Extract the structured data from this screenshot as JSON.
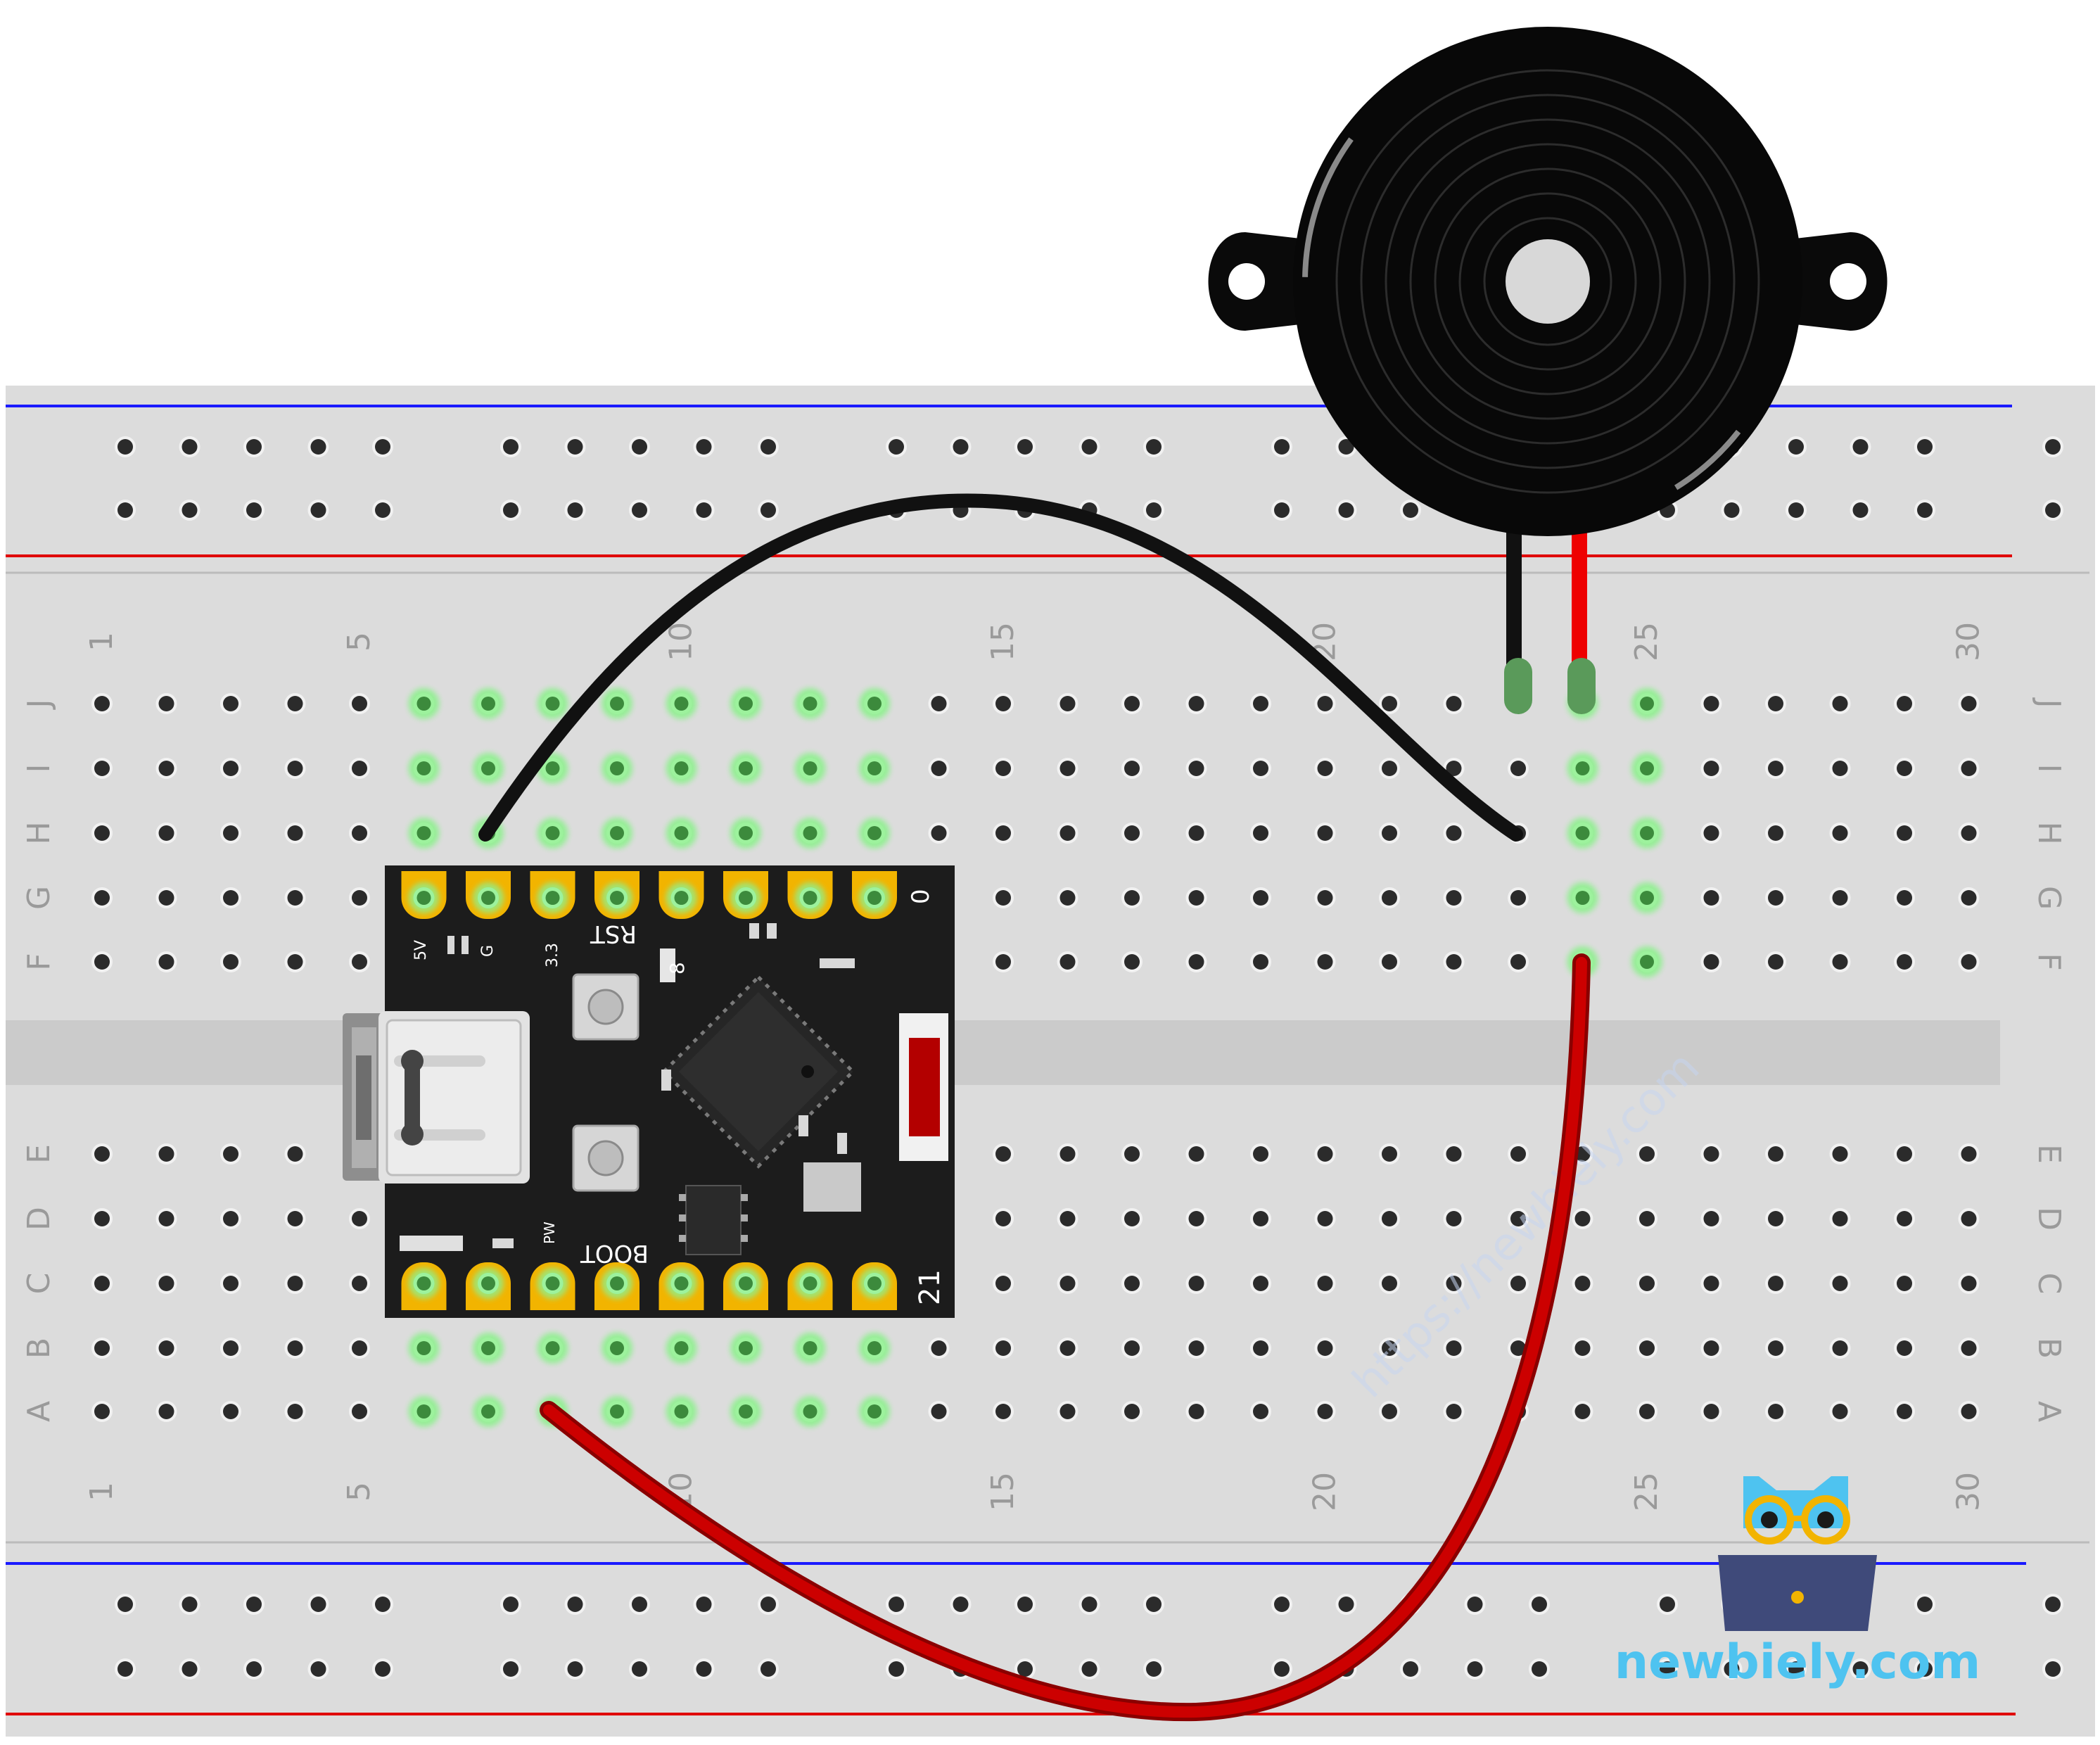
{
  "breadboard": {
    "column_numbers": [
      "1",
      "5",
      "10",
      "15",
      "20",
      "25",
      "30"
    ],
    "row_letters_top": [
      "J",
      "I",
      "H",
      "G",
      "F"
    ],
    "row_letters_bottom": [
      "E",
      "D",
      "C",
      "B",
      "A"
    ]
  },
  "board": {
    "label_5v": "5V",
    "label_g": "G",
    "label_33": "3.3",
    "label_rst": "RST",
    "label_8": "8",
    "label_boot": "BOOT",
    "label_pw": "PW",
    "label_0": "0",
    "label_21": "21"
  },
  "watermark": {
    "text": "https://newbiely.com"
  },
  "logo": {
    "text": "newbiely.com"
  },
  "colors": {
    "breadboard": "#dcdcdc",
    "rail_blue": "#1a1aff",
    "rail_red": "#e00000",
    "wire_black": "#111111",
    "wire_red": "#c00000",
    "pin_gold": "#f2b400",
    "hole_green": "#9df29d",
    "logo_blue": "#4ec3f0"
  },
  "icons": {
    "buzzer": "piezo-buzzer-icon",
    "logo": "owl-laptop-icon",
    "mcu": "qfn-chip-icon"
  }
}
